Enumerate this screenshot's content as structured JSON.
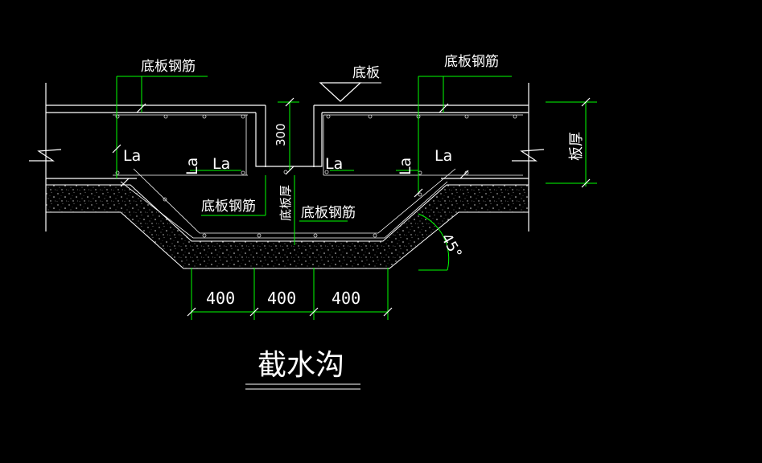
{
  "title": "截水沟",
  "labels": {
    "rebar_top_left": "底板钢筋",
    "rebar_top_right": "底板钢筋",
    "slab": "底板",
    "rebar_mid_left": "底板钢筋",
    "rebar_mid_right": "底板钢筋",
    "slab_thickness_vertical": "底板厚",
    "plate_thickness": "板厚",
    "la": "La",
    "step_depth": "300",
    "angle": "45°"
  },
  "dimensions": [
    "400",
    "400",
    "400"
  ],
  "colors": {
    "background": "#000000",
    "outline": "#ffffff",
    "dimension": "#00ff00",
    "text": "#ffffff"
  }
}
